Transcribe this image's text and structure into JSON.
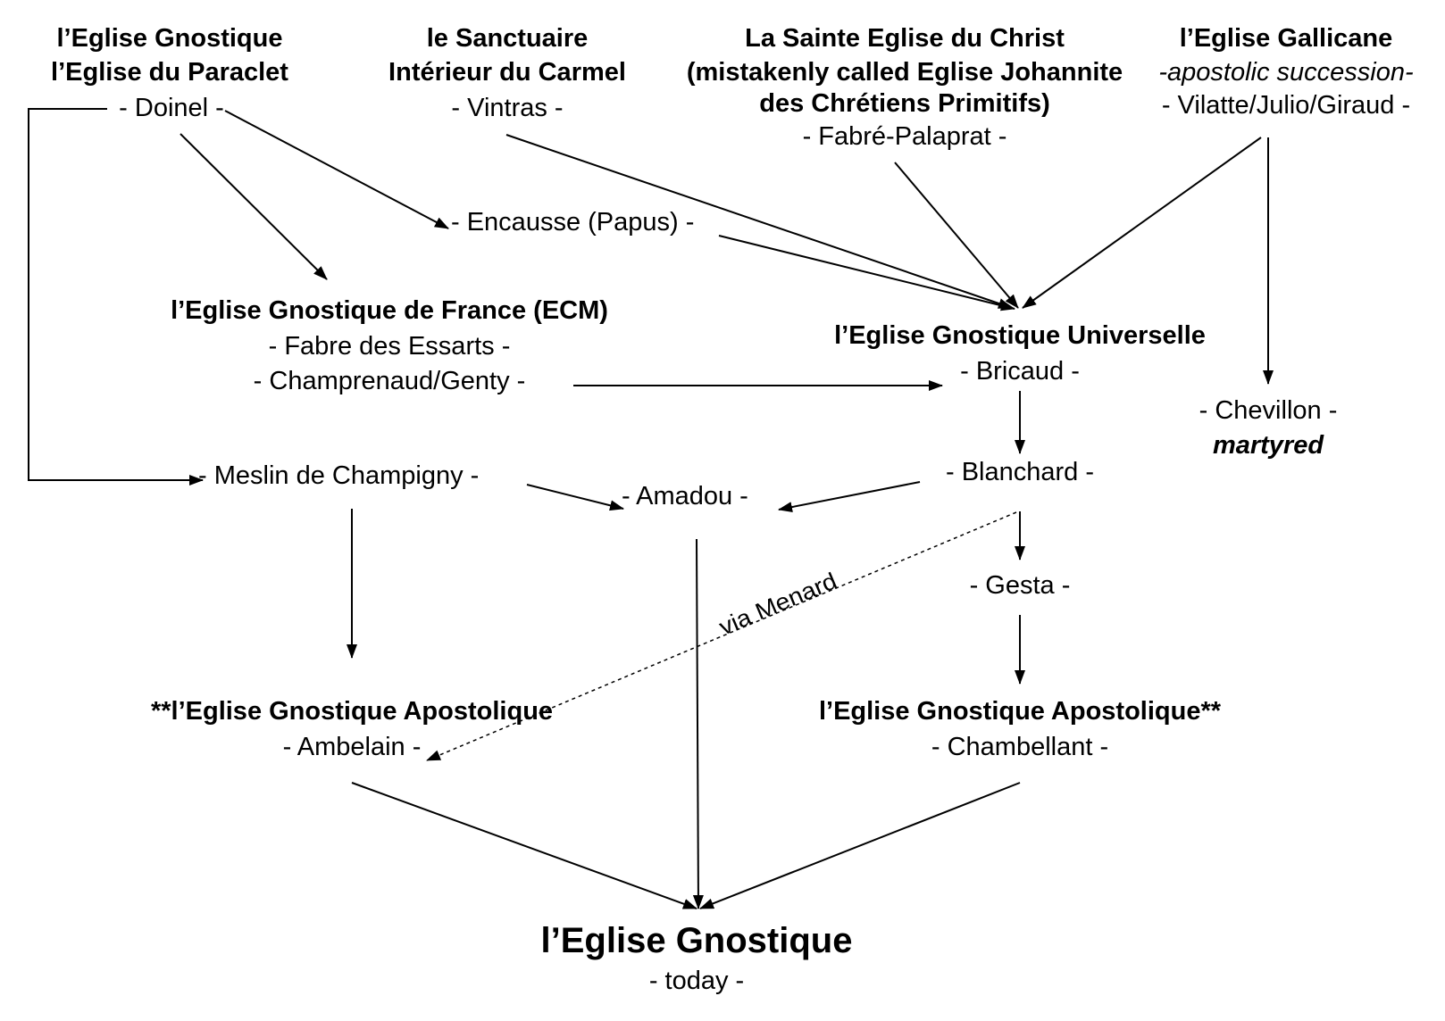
{
  "nodes": {
    "doinel": {
      "title1": "l’Eglise Gnostique",
      "title2": "l’Eglise du Paraclet",
      "person": "- Doinel -"
    },
    "vintras": {
      "title1": "le Sanctuaire",
      "title2": "Intérieur du Carmel",
      "person": "- Vintras -"
    },
    "fabre_palaprat": {
      "title1": "La Sainte Eglise du Christ",
      "title2": "(mistakenly called Eglise Johannite",
      "title3": "des Chrétiens Primitifs)",
      "person": "- Fabré-Palaprat -"
    },
    "gallicane": {
      "title1": "l’Eglise Gallicane",
      "note": "-apostolic succession-",
      "person": "- Vilatte/Julio/Giraud -"
    },
    "encausse": {
      "person": "- Encausse (Papus) -"
    },
    "egf": {
      "title": "l’Eglise Gnostique de France (ECM)",
      "person1": "- Fabre des Essarts -",
      "person2": "- Champrenaud/Genty -"
    },
    "egu": {
      "title": "l’Eglise Gnostique Universelle",
      "person": "- Bricaud -"
    },
    "chevillon": {
      "person": "- Chevillon -",
      "note": "martyred"
    },
    "meslin": {
      "person": "- Meslin de Champigny -"
    },
    "blanchard": {
      "person": "- Blanchard -"
    },
    "amadou": {
      "person": "- Amadou -"
    },
    "gesta": {
      "person": "- Gesta -"
    },
    "ega_ambelain": {
      "title": "**l’Eglise Gnostique Apostolique",
      "person": "- Ambelain -"
    },
    "ega_chambellant": {
      "title": "l’Eglise Gnostique Apostolique**",
      "person": "- Chambellant -"
    },
    "today": {
      "title": "l’Eglise Gnostique",
      "subtitle": "- today -"
    }
  },
  "edge_labels": {
    "via_menard": "via Menard"
  },
  "colors": {
    "ink": "#000000",
    "background": "#ffffff"
  }
}
